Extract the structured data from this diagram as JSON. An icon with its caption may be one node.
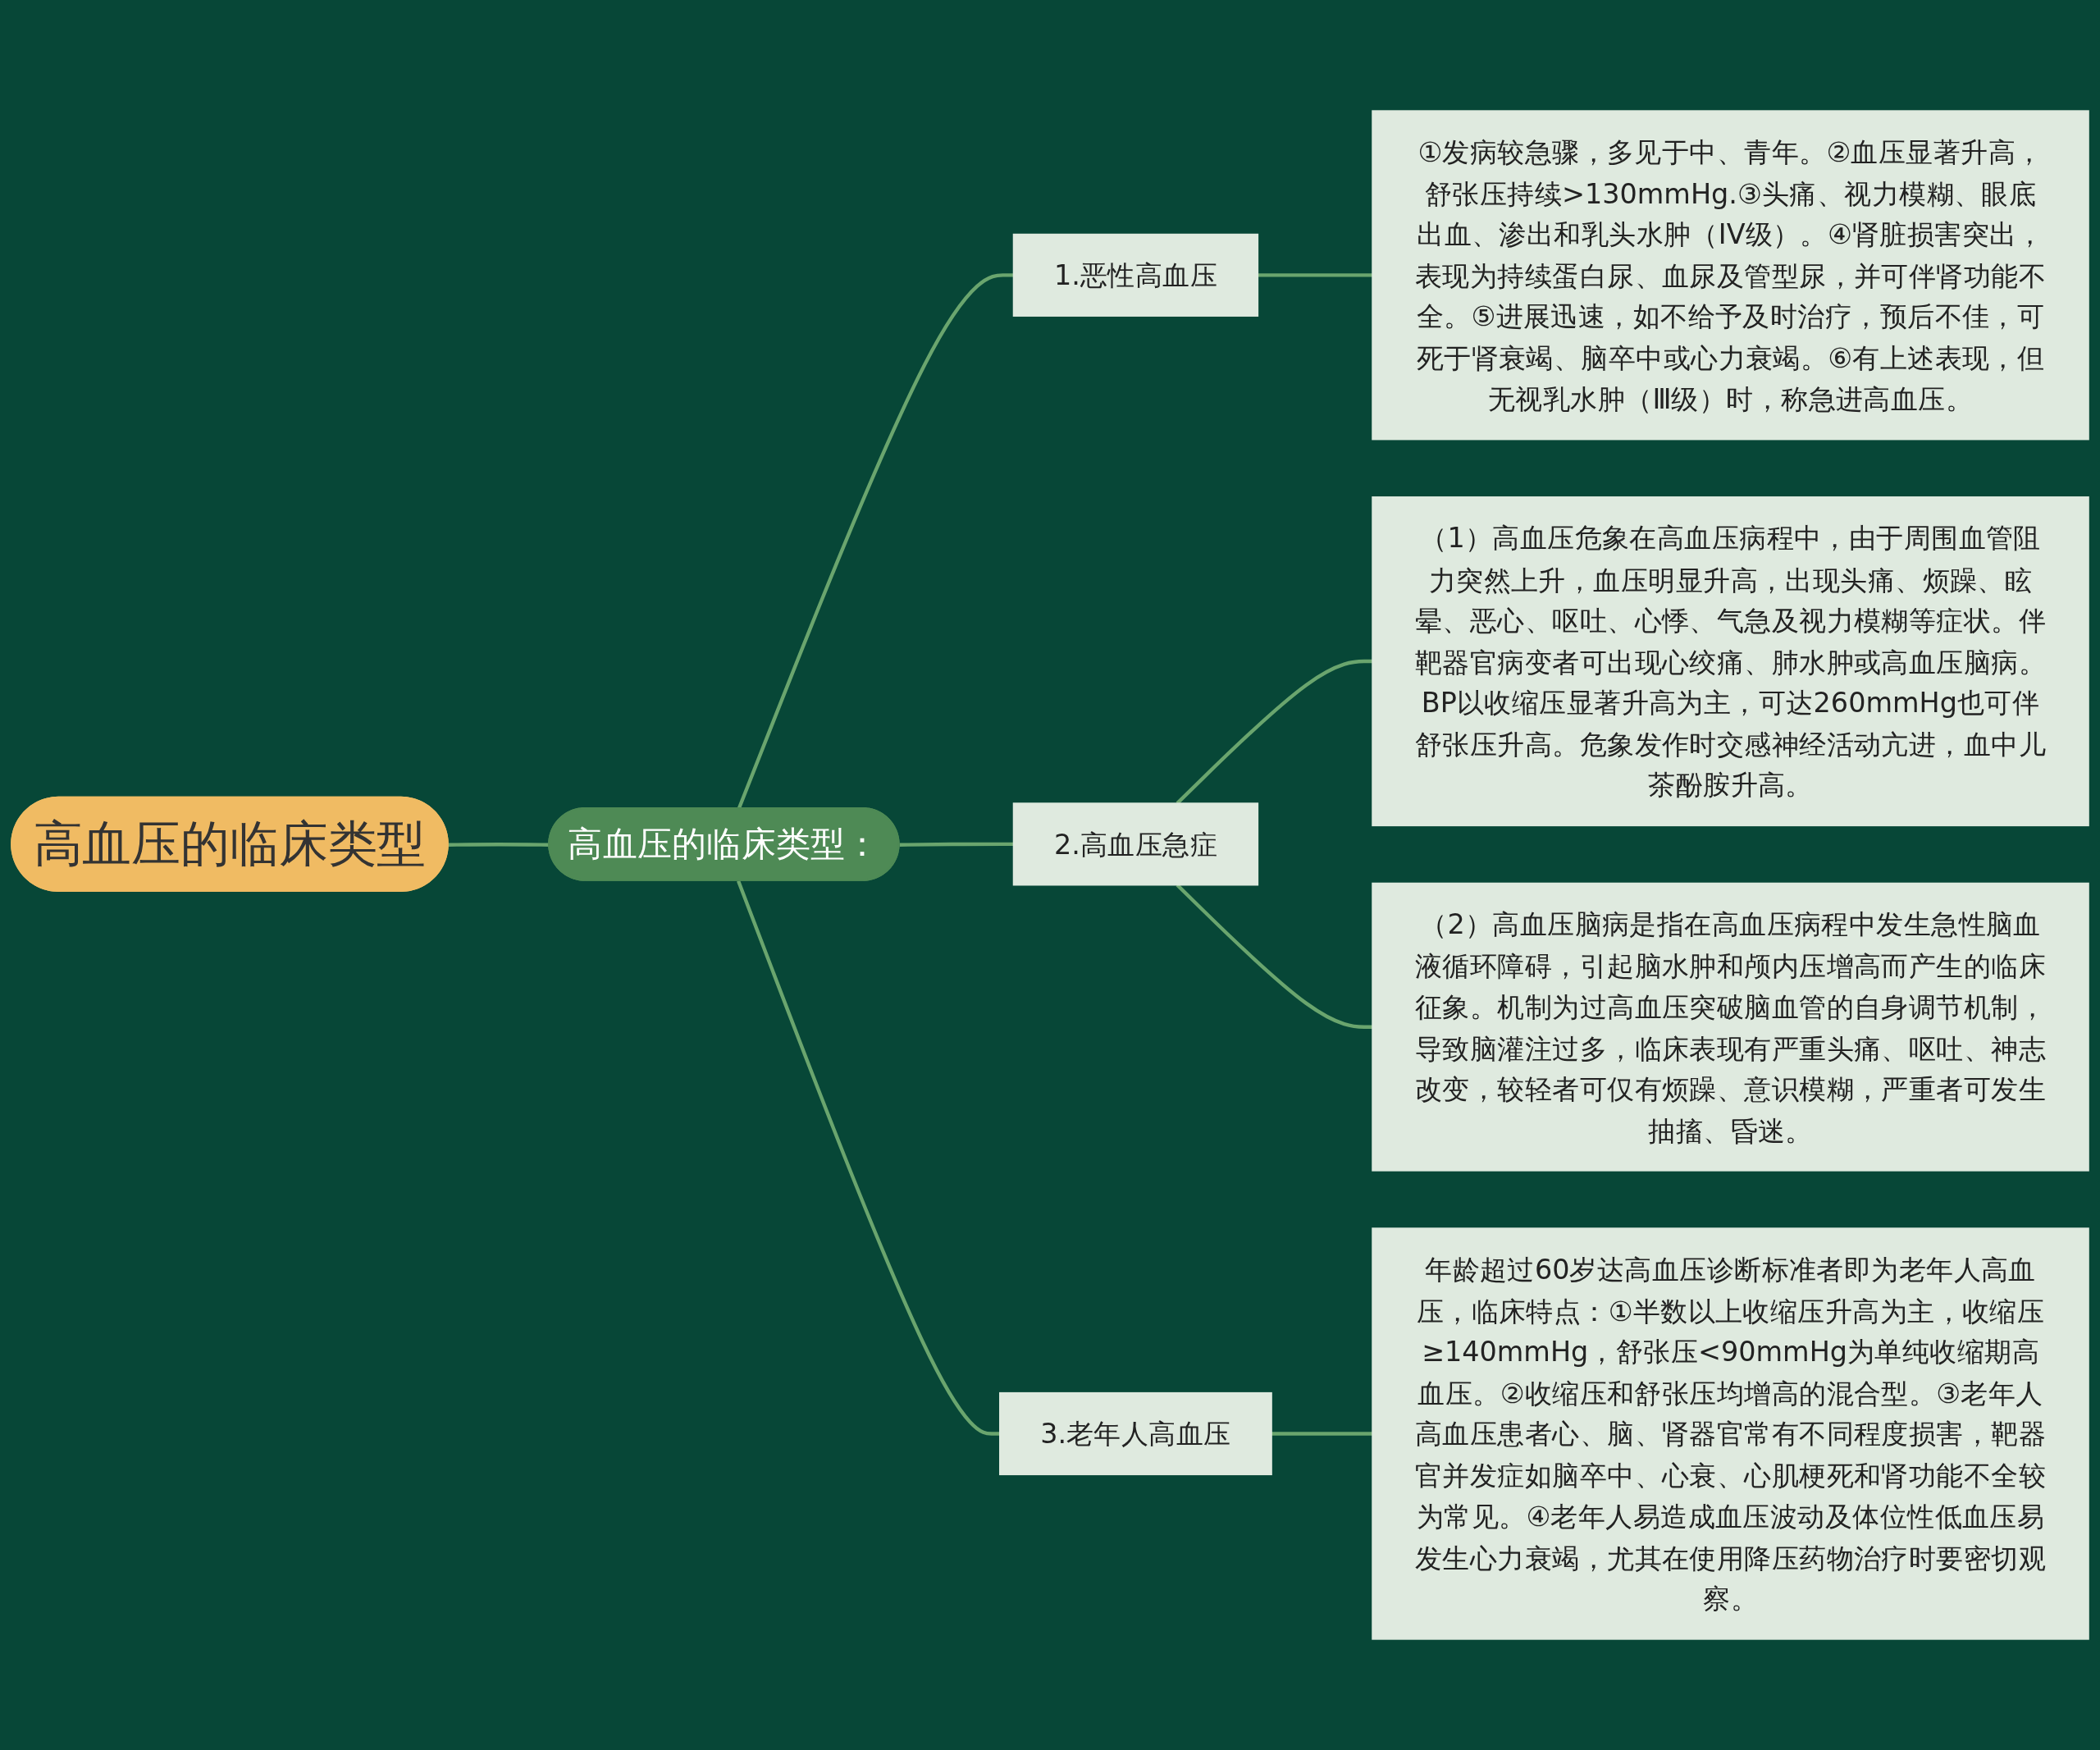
{
  "diagram": {
    "nodes": [
      {
        "text": [
          "高血压的临床类型"
        ]
      },
      {
        "text": [
          "高血压的临床类型："
        ]
      },
      {
        "text": [
          "1.恶性高血压"
        ]
      },
      {
        "text": [
          "①发病较急骤，多见于中、青年。②血压显著升高，舒张压持续>130mmHg.③头痛、视力模糊、眼底出血、渗出和乳头水肿（IV级）。④肾脏损害突出，表现为持续蛋白尿、血尿及管型尿，并可伴肾功能不全。⑤进展迅速，如不给予及时治疗，预后不佳，可死于肾衰竭、脑卒中或心力衰竭。⑥有上述表现，但无视乳水肿（Ⅲ级）时，称急进高血压。"
        ]
      },
      {
        "text": [
          "2.高血压急症"
        ]
      },
      {
        "text": [
          "（1）高血压危象在高血压病程中，由于周围血管阻力突然上升，血压明显升高，出现头痛、烦躁、眩晕、恶心、呕吐、心悸、气急及视力模糊等症状。伴靶器官病变者可出现心绞痛、肺水肿或高血压脑病。BP以收缩压显著升高为主，可达260mmHg也可伴舒张压升高。危象发作时交感神经活动亢进，血中儿茶酚胺升高。"
        ]
      },
      {
        "text": [
          "（2）高血压脑病是指在高血压病程中发生急性脑血液循环障碍，引起脑水肿和颅内压增高而产生的临床征象。机制为过高血压突破脑血管的自身调节机制，导致脑灌注过多，临床表现有严重头痛、呕吐、神志改变，较轻者可仅有烦躁、意识模糊，严重者可发生抽搐、昏迷。"
        ]
      },
      {
        "text": [
          "3.老年人高血压"
        ]
      },
      {
        "text": [
          "年龄超过60岁达高血压诊断标准者即为老年人高血压，临床特点：①半数以上收缩压升高为主，收缩压≥140mmHg，舒张压<90mmHg为单纯收缩期高血压。②收缩压和舒张压均增高的混合型。③老年人高血压患者心、脑、肾器官常有不同程度损害，靶器官并发症如脑卒中、心衰、心肌梗死和肾功能不全较为常见。④老年人易造成血压波动及体位性低血压易发生心力衰竭，尤其在使用降压药物治疗时要密切观察。"
        ]
      }
    ],
    "edges": [
      {
        "from": 0,
        "to": 1,
        "arrow": "none"
      },
      {
        "from": 1,
        "to": 2,
        "arrow": "none"
      },
      {
        "from": 1,
        "to": 4,
        "arrow": "none"
      },
      {
        "from": 1,
        "to": 7,
        "arrow": "none"
      },
      {
        "from": 2,
        "to": 3,
        "arrow": "none"
      },
      {
        "from": 4,
        "to": 5,
        "arrow": "none"
      },
      {
        "from": 4,
        "to": 6,
        "arrow": "none"
      },
      {
        "from": 7,
        "to": 8,
        "arrow": "none"
      }
    ]
  }
}
